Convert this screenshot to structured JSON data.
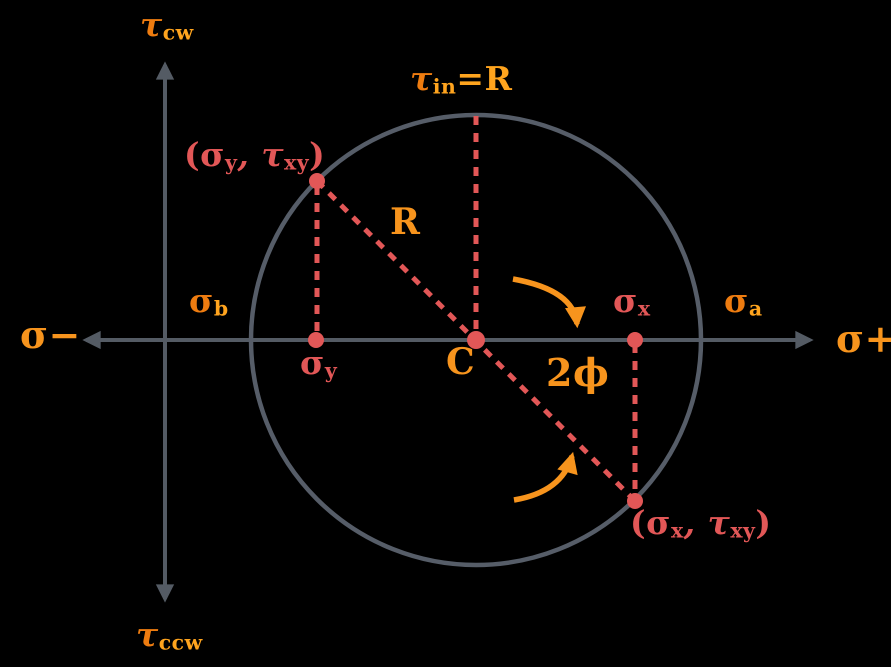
{
  "colors": {
    "background": "#000000",
    "axis_gray": "#545b64",
    "circle_gray": "#565d68",
    "red": "#e25757",
    "orange": "#f7941d",
    "orange_dark": "#ee7c10",
    "orange_light": "#ffa41e"
  },
  "labels": {
    "tau_cw": {
      "base": "τ",
      "sub": "cw"
    },
    "tau_ccw": {
      "base": "τ",
      "sub": "ccw"
    },
    "sigma_minus": "σ−",
    "sigma_plus": "σ+",
    "tau_in_eq_r": {
      "base": "τ",
      "sub": "in",
      "rest": "=R"
    },
    "point_y": {
      "open": "(σ",
      "sub1": "y",
      "mid": ", τ",
      "sub2": "xy",
      "close": ")"
    },
    "point_x": {
      "open": "(σ",
      "sub1": "x",
      "mid": ", τ",
      "sub2": "xy",
      "close": ")"
    },
    "radius": "R",
    "sigma_b": {
      "base": "σ",
      "sub": "b"
    },
    "sigma_a": {
      "base": "σ",
      "sub": "a"
    },
    "sigma_x": {
      "base": "σ",
      "sub": "x"
    },
    "sigma_y": {
      "base": "σ",
      "sub": "y"
    },
    "center": "C",
    "angle": "2ϕ"
  }
}
